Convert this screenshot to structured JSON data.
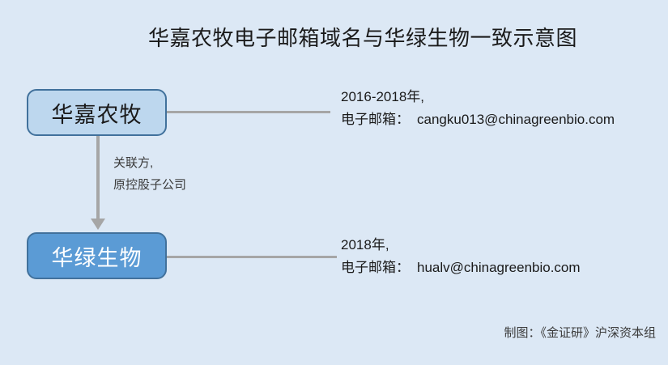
{
  "title": "华嘉农牧电子邮箱域名与华绿生物一致示意图",
  "colors": {
    "bg": "#DCE8F5",
    "node1-fill": "#BDD7EE",
    "node1-border": "#41719C",
    "node2-fill": "#5B9BD5",
    "node2-border": "#41719C",
    "connector": "#A6A6A6",
    "text": "#1A1A1A",
    "label": "#3B3B3B"
  },
  "nodes": [
    {
      "id": "huajia",
      "label": "华嘉农牧"
    },
    {
      "id": "hualv",
      "label": "华绿生物"
    }
  ],
  "edge_label": {
    "line1": "关联方,",
    "line2": "原控股子公司"
  },
  "annotations": [
    {
      "period": "2016-2018年,",
      "email_label": "电子邮箱：",
      "email": "cangku013@chinagreenbio.com"
    },
    {
      "period": "2018年,",
      "email_label": "电子邮箱：",
      "email": "hualv@chinagreenbio.com"
    }
  ],
  "credit": "制图：《金证研》沪深资本组"
}
